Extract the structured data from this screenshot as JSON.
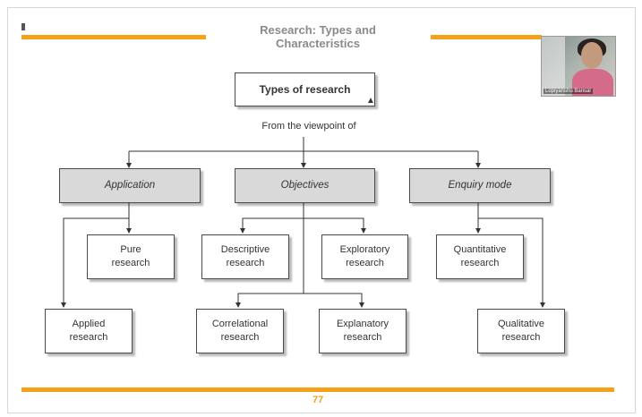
{
  "slide": {
    "title": "Research: Types and Characteristics",
    "page_number": "77",
    "accent_color": "#f5a21a"
  },
  "diagram": {
    "root": "Types of research",
    "subtitle": "From the viewpoint of",
    "categories": [
      "Application",
      "Objectives",
      "Enquiry mode"
    ],
    "leaves": {
      "pure": "Pure\nresearch",
      "applied": "Applied\nresearch",
      "descriptive": "Descriptive\nresearch",
      "exploratory": "Exploratory\nresearch",
      "correlational": "Correlational\nresearch",
      "explanatory": "Explanatory\nresearch",
      "quantitative": "Quantitative\nresearch",
      "qualitative": "Qualitative\nresearch"
    }
  },
  "video": {
    "participant_name": "Lopiyanshu Bansal",
    "icon": "webcam-thumbnail"
  }
}
